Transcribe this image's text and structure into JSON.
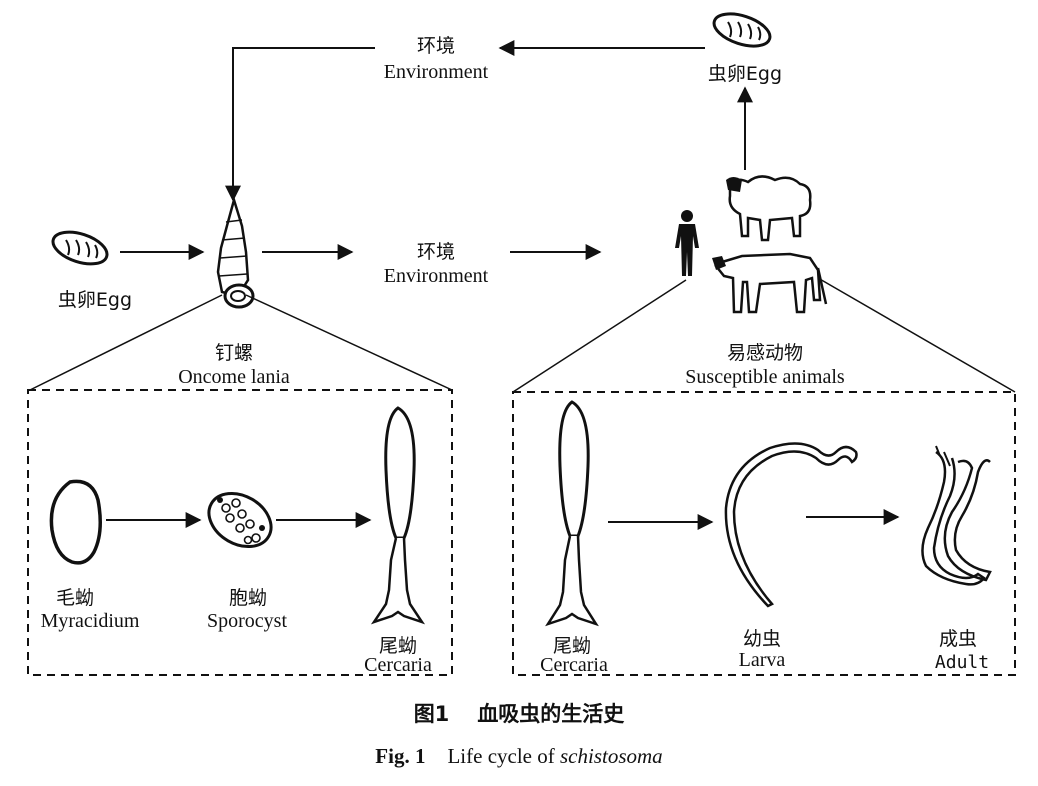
{
  "top": {
    "environment_cn": "环境",
    "environment_en": "Environment",
    "egg_label": "虫卵Egg"
  },
  "middle": {
    "egg_label": "虫卵Egg",
    "environment_cn": "环境",
    "environment_en": "Environment",
    "snail_cn": "钉螺",
    "snail_en": "Oncome lania",
    "hosts_cn": "易感动物",
    "hosts_en": "Susceptible animals"
  },
  "left_box": {
    "stages": [
      {
        "cn": "毛蚴",
        "en": "Myracidium"
      },
      {
        "cn": "胞蚴",
        "en": "Sporocyst"
      },
      {
        "cn": "尾蚴",
        "en": "Cercaria"
      }
    ]
  },
  "right_box": {
    "stages": [
      {
        "cn": "尾蚴",
        "en": "Cercaria"
      },
      {
        "cn": "幼虫",
        "en": "Larva"
      },
      {
        "cn": "成虫",
        "en": "Adult"
      }
    ]
  },
  "caption": {
    "cn_number": "图1",
    "cn_title": "血吸虫的生活史",
    "en_number": "Fig. 1",
    "en_title_prefix": "Life cycle of ",
    "en_title_italic": "schistosoma"
  }
}
